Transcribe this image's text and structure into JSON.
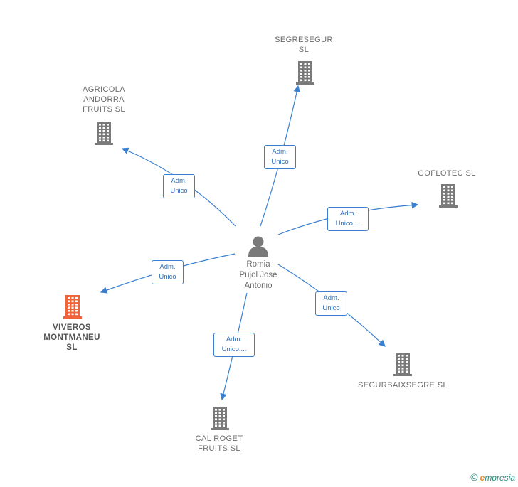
{
  "center": {
    "name": "Romia\nPujol Jose\nAntonio",
    "icon": "person-icon"
  },
  "companies": [
    {
      "id": "segresegur",
      "name": "SEGRESEGUR\nSL",
      "icon": "building-icon",
      "color": "#7a7a7a"
    },
    {
      "id": "agricola",
      "name": "AGRICOLA\nANDORRA\nFRUITS  SL",
      "icon": "building-icon",
      "color": "#7a7a7a"
    },
    {
      "id": "goflotec",
      "name": "GOFLOTEC SL",
      "icon": "building-icon",
      "color": "#7a7a7a"
    },
    {
      "id": "viveros",
      "name": "VIVEROS\nMONTMANEU\nSL",
      "icon": "building-icon",
      "color": "#f0643a"
    },
    {
      "id": "segurbaixsegre",
      "name": "SEGURBAIXSEGRE SL",
      "icon": "building-icon",
      "color": "#7a7a7a"
    },
    {
      "id": "calroget",
      "name": "CAL ROGET\nFRUITS  SL",
      "icon": "building-icon",
      "color": "#7a7a7a"
    }
  ],
  "edges": [
    {
      "to": "segresegur",
      "label": "Adm.\nUnico"
    },
    {
      "to": "agricola",
      "label": "Adm.\nUnico"
    },
    {
      "to": "goflotec",
      "label": "Adm.\nUnico,..."
    },
    {
      "to": "viveros",
      "label": "Adm.\nUnico"
    },
    {
      "to": "segurbaixsegre",
      "label": "Adm.\nUnico"
    },
    {
      "to": "calroget",
      "label": "Adm.\nUnico,..."
    }
  ],
  "footer": {
    "copyright": "©",
    "brand_first": "e",
    "brand_rest": "mpresia"
  },
  "colors": {
    "edge": "#3a7fd0",
    "node": "#7a7a7a",
    "highlight": "#f0643a"
  }
}
